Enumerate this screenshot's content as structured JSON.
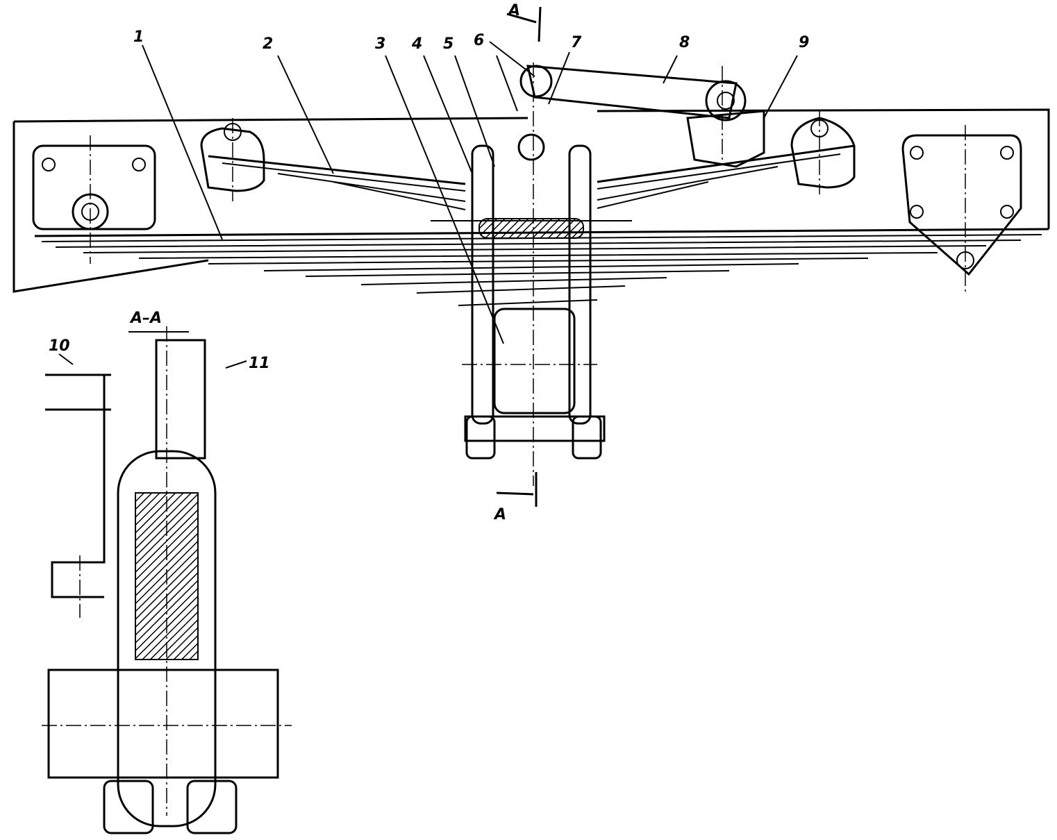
{
  "labels": [
    "1",
    "2",
    "3",
    "4",
    "5",
    "6",
    "7",
    "8",
    "9",
    "10",
    "11"
  ],
  "section_marker": "A",
  "section_title": "A–A"
}
